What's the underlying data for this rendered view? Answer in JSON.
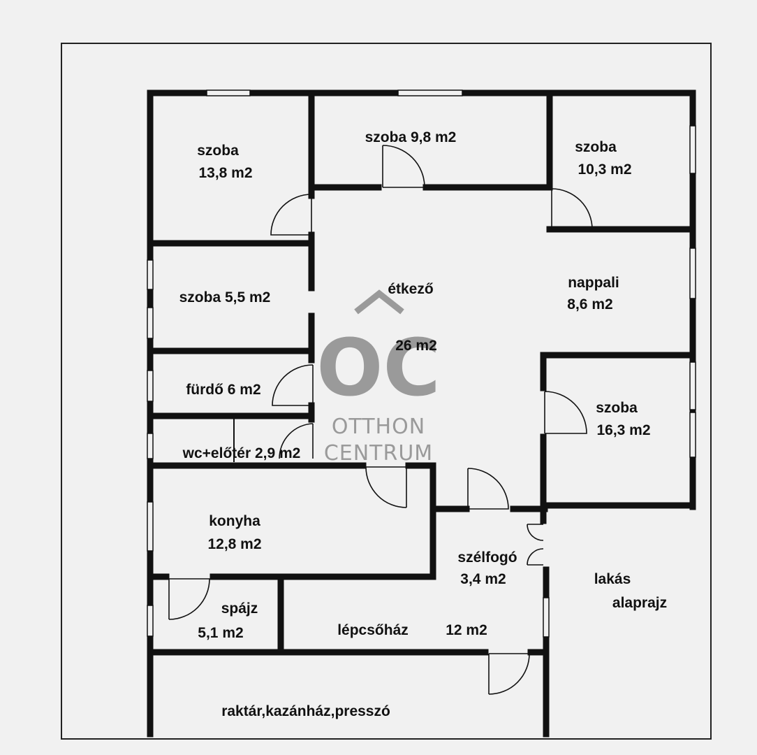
{
  "rooms": {
    "szoba_1": {
      "name": "szoba",
      "area": "13,8 m2"
    },
    "szoba_2": {
      "name": "szoba 9,8 m2"
    },
    "szoba_3": {
      "name": "szoba",
      "area": "10,3 m2"
    },
    "szoba_4": {
      "name": "szoba 5,5 m2"
    },
    "etkezo": {
      "name": "étkező",
      "area": "26 m2"
    },
    "nappali": {
      "name": "nappali",
      "area": "8,6 m2"
    },
    "furdo": {
      "name": "fürdő 6 m2"
    },
    "szoba_5": {
      "name": "szoba",
      "area": "16,3 m2"
    },
    "wc": {
      "name": "wc+előtér 2,9 m2"
    },
    "konyha": {
      "name": "konyha",
      "area": "12,8 m2"
    },
    "szelfogo": {
      "name": "szélfogó",
      "area": "3,4 m2"
    },
    "spajz": {
      "name": "spájz",
      "area": "5,1 m2"
    },
    "lepcsohaz": {
      "name": "lépcsőház",
      "area": "12 m2"
    },
    "raktar": {
      "name": "raktár,kazánház,presszó"
    }
  },
  "caption": {
    "line1": "lakás",
    "line2": "alaprajz"
  },
  "watermark": {
    "monogram": "OC",
    "line1": "OTTHON",
    "line2": "CENTRUM"
  },
  "colors": {
    "wall": "#111111",
    "background": "#f1f1f1",
    "watermark": "#9a9a9a"
  }
}
